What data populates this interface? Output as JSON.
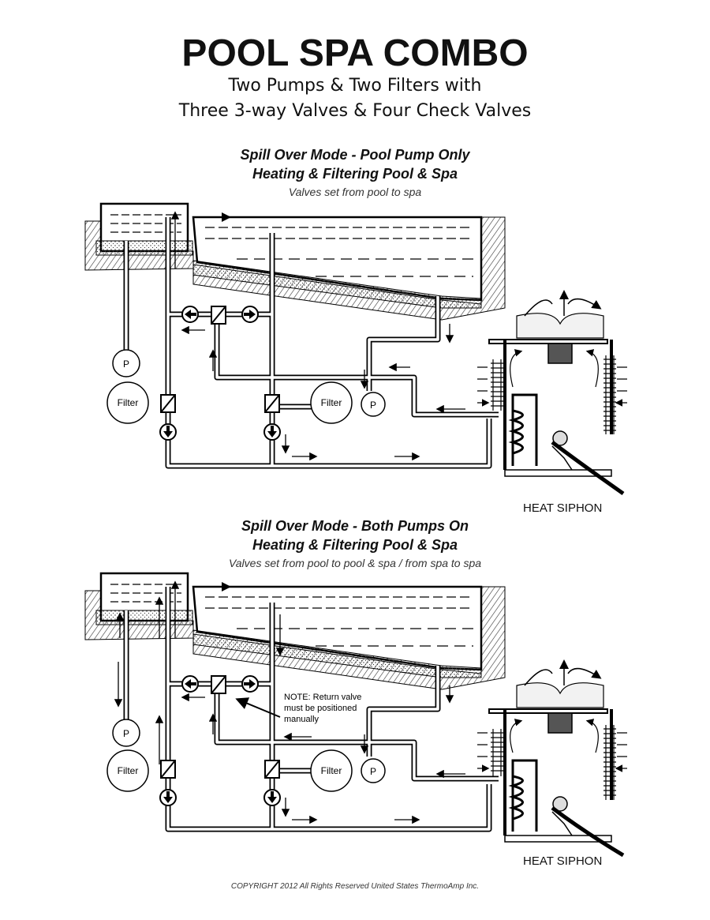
{
  "header": {
    "title": "POOL SPA COMBO",
    "subtitle_line1": "Two Pumps & Two Filters with",
    "subtitle_line2": "Three 3-way Valves & Four Check Valves"
  },
  "panel1": {
    "heading1": "Spill Over Mode - Pool Pump Only",
    "heading2": "Heating & Filtering Pool & Spa",
    "note": "Valves set from pool to spa",
    "pump_left": "P",
    "filter_left": "Filter",
    "filter_right": "Filter",
    "pump_right": "P",
    "heat_siphon": "HEAT SIPHON"
  },
  "panel2": {
    "heading1": "Spill Over Mode  - Both Pumps On",
    "heading2": "Heating & Filtering Pool & Spa",
    "note": "Valves set from pool to pool & spa / from spa to spa",
    "pump_left": "P",
    "filter_left": "Filter",
    "filter_right": "Filter",
    "pump_right": "P",
    "heat_siphon": "HEAT SIPHON",
    "callout_line1": "NOTE: Return valve",
    "callout_line2": "must be positioned",
    "callout_line3": "manually"
  },
  "footer": {
    "copyright": "COPYRIGHT 2012 All Rights Reserved United States ThermoAmp Inc."
  }
}
